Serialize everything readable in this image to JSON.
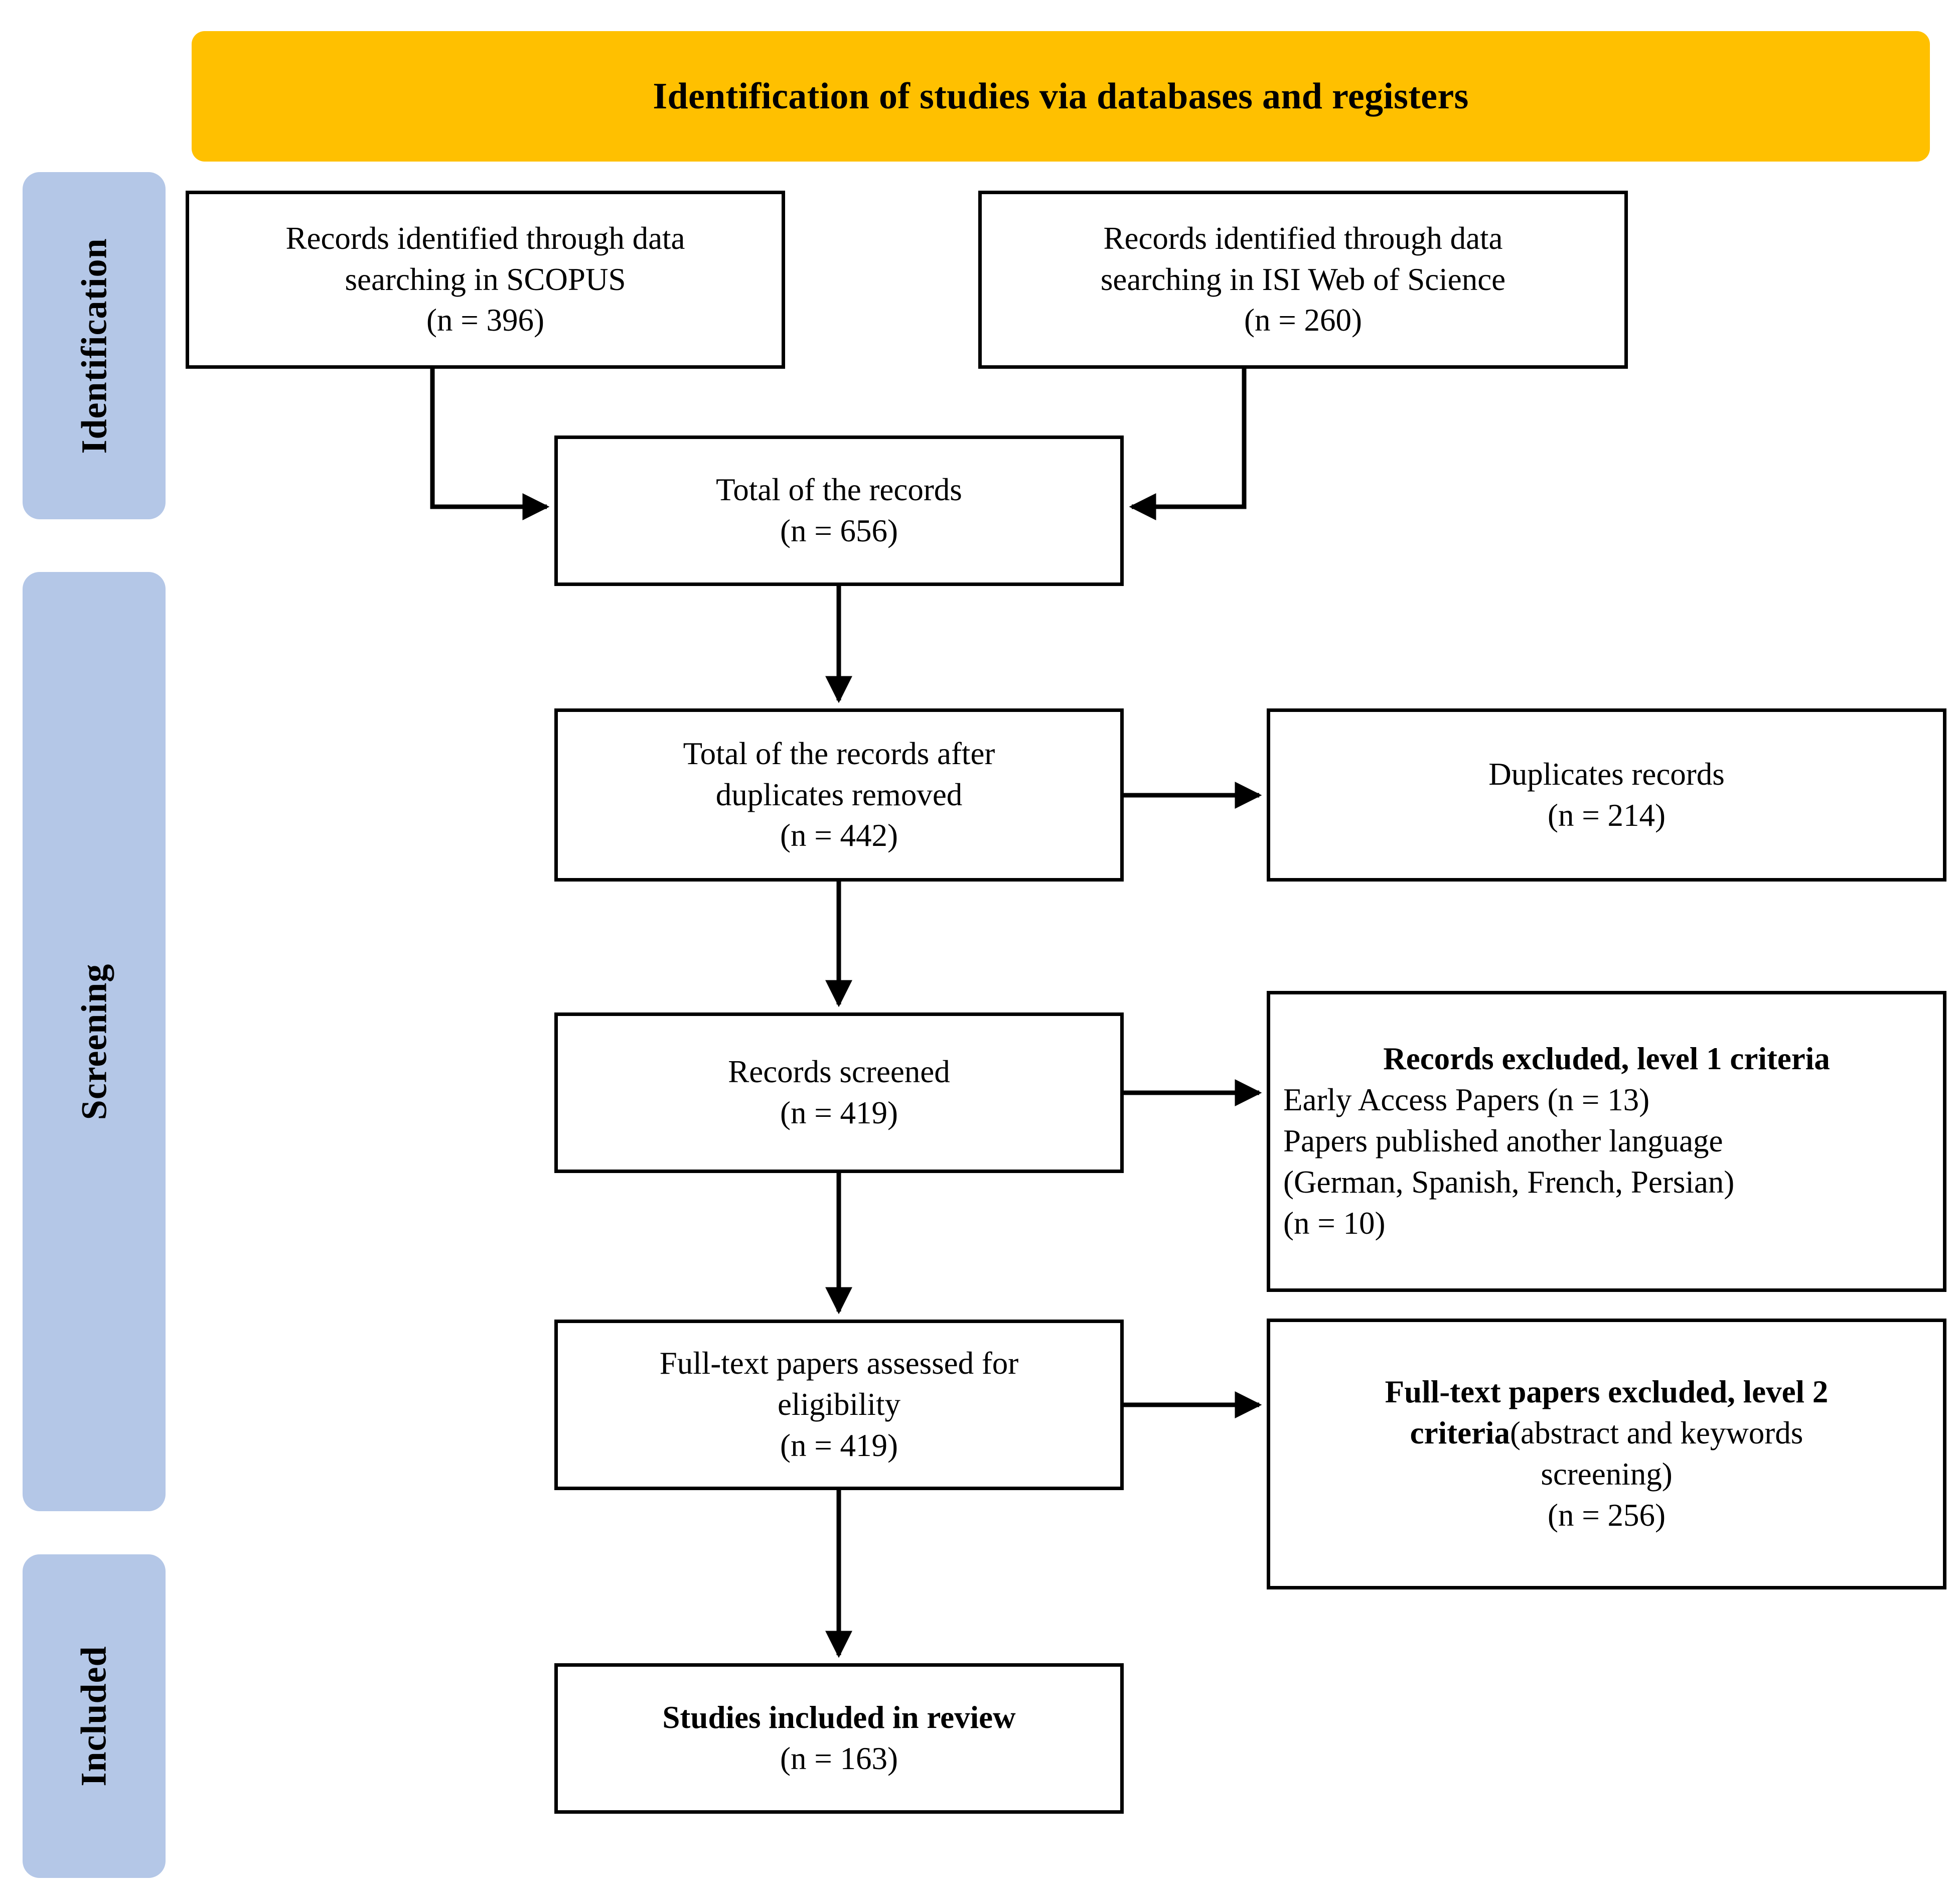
{
  "header": {
    "title": "Identification of studies via databases and registers",
    "background_color": "#FFC000"
  },
  "stages": {
    "background_color": "#B4C7E7",
    "items": [
      {
        "id": "identification",
        "label": "Identification"
      },
      {
        "id": "screening",
        "label": "Screening"
      },
      {
        "id": "included",
        "label": "Included"
      }
    ]
  },
  "boxes": {
    "scopus": {
      "line1": "Records identified through data",
      "line2": "searching in SCOPUS",
      "line3": "(n = 396)"
    },
    "isi": {
      "line1": "Records identified through data",
      "line2": "searching in ISI Web of Science",
      "line3": "(n = 260)"
    },
    "total_records": {
      "line1": "Total of the records",
      "line2": "(n = 656)"
    },
    "dedup": {
      "line1": "Total of the records after",
      "line2": "duplicates removed",
      "line3": "(n = 442)"
    },
    "duplicates": {
      "line1": "Duplicates records",
      "line2": "(n = 214)"
    },
    "screened": {
      "line1": "Records screened",
      "line2": "(n = 419)"
    },
    "excluded_level1": {
      "heading": "Records excluded, level 1 criteria",
      "line1": "Early Access Papers (n = 13)",
      "line2": "Papers published another language",
      "line3": "(German, Spanish, French, Persian)",
      "line4": "(n = 10)"
    },
    "fulltext": {
      "line1": "Full-text papers assessed for",
      "line2": "eligibility",
      "line3": "(n = 419)"
    },
    "excluded_level2": {
      "heading1": "Full-text papers excluded, level 2",
      "heading2": "criteria",
      "heading2_tail": "(abstract and keywords",
      "line3": "screening)",
      "line4": "(n = 256)"
    },
    "included_studies": {
      "line1": "Studies included in review",
      "line2": "(n = 163)"
    }
  },
  "chart_data": {
    "type": "diagram",
    "title": "Identification of studies via databases and registers",
    "diagram_kind": "PRISMA flow diagram",
    "stages": [
      "Identification",
      "Screening",
      "Included"
    ],
    "nodes": [
      {
        "id": "scopus",
        "stage": "Identification",
        "label": "Records identified through data searching in SCOPUS",
        "n": 396
      },
      {
        "id": "isi",
        "stage": "Identification",
        "label": "Records identified through data searching in ISI Web of Science",
        "n": 260
      },
      {
        "id": "total_records",
        "stage": "Identification",
        "label": "Total of the records",
        "n": 656
      },
      {
        "id": "dedup",
        "stage": "Screening",
        "label": "Total of the records after duplicates removed",
        "n": 442
      },
      {
        "id": "duplicates",
        "stage": "Screening",
        "label": "Duplicates records",
        "n": 214
      },
      {
        "id": "screened",
        "stage": "Screening",
        "label": "Records screened",
        "n": 419
      },
      {
        "id": "excluded_level1",
        "stage": "Screening",
        "label": "Records excluded, level 1 criteria",
        "n_early_access": 13,
        "n_other_language": 10
      },
      {
        "id": "fulltext",
        "stage": "Screening",
        "label": "Full-text papers assessed for eligibility",
        "n": 419
      },
      {
        "id": "excluded_level2",
        "stage": "Screening",
        "label": "Full-text papers excluded, level 2 criteria (abstract and keywords screening)",
        "n": 256
      },
      {
        "id": "included_studies",
        "stage": "Included",
        "label": "Studies included in review",
        "n": 163
      }
    ],
    "edges": [
      {
        "from": "scopus",
        "to": "total_records"
      },
      {
        "from": "isi",
        "to": "total_records"
      },
      {
        "from": "total_records",
        "to": "dedup"
      },
      {
        "from": "dedup",
        "to": "duplicates"
      },
      {
        "from": "dedup",
        "to": "screened"
      },
      {
        "from": "screened",
        "to": "excluded_level1"
      },
      {
        "from": "screened",
        "to": "fulltext"
      },
      {
        "from": "fulltext",
        "to": "excluded_level2"
      },
      {
        "from": "fulltext",
        "to": "included_studies"
      }
    ]
  }
}
